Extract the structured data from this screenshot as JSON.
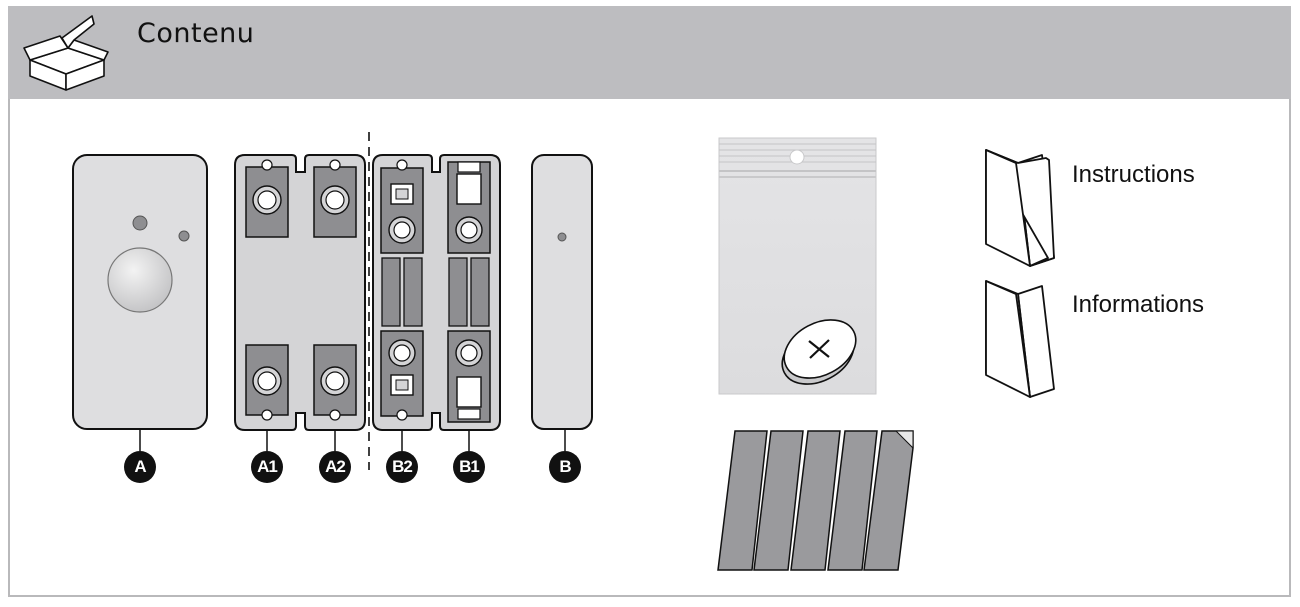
{
  "header": {
    "title": "Contenu",
    "icon": "open-box-icon"
  },
  "parts": [
    {
      "id": "A",
      "label": "A"
    },
    {
      "id": "A1",
      "label": "A1"
    },
    {
      "id": "A2",
      "label": "A2"
    },
    {
      "id": "B2",
      "label": "B2"
    },
    {
      "id": "B1",
      "label": "B1"
    },
    {
      "id": "B",
      "label": "B"
    }
  ],
  "accessories": {
    "battery_bag": "battery-bag-icon",
    "adhesive_strips_count": 5
  },
  "leaflets": [
    {
      "label": "Instructions"
    },
    {
      "label": "Informations"
    }
  ],
  "colors": {
    "header_bg": "#bdbdc0",
    "border": "#b9b9bb",
    "part_fill": "#d4d4d6",
    "dark_fill": "#8e8e91",
    "label_bg": "#111111"
  }
}
